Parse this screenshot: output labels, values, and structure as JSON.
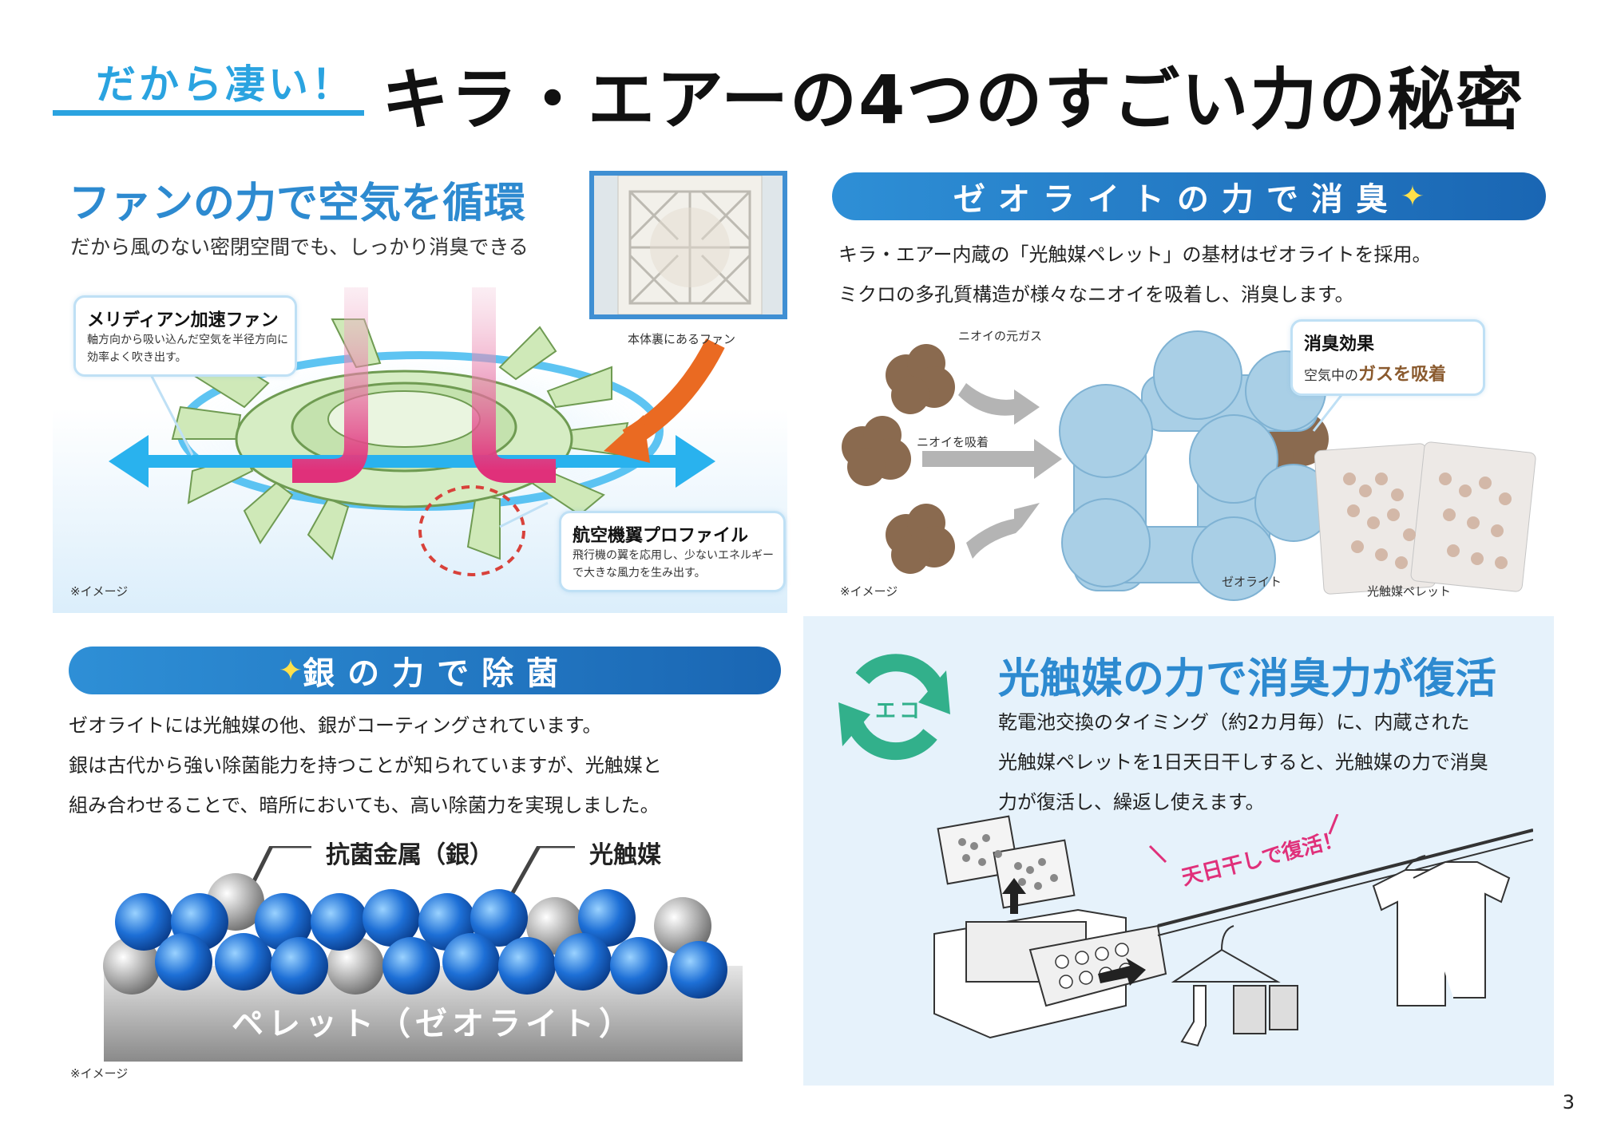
{
  "header": {
    "kicker": "だから凄い！",
    "title": "キラ・エアーの4つのすごい力の秘密"
  },
  "fan": {
    "heading": "ファンの力で空気を循環",
    "subheading": "だから風のない密閉空間でも、しっかり消臭できる",
    "callout1_title": "メリディアン加速ファン",
    "callout1_line1": "軸方向から吸い込んだ空気を半径方向に",
    "callout1_line2": "効率よく吹き出す。",
    "callout2_title": "航空機翼プロファイル",
    "callout2_line1": "飛行機の翼を応用し、少ないエネルギー",
    "callout2_line2": "で大きな風力を生み出す。",
    "photo_caption": "本体裏にあるファン",
    "note": "※イメージ"
  },
  "zeolite": {
    "heading": "ゼオライトの力で消臭",
    "line1": "キラ・エアー内蔵の「光触媒ペレット」の基材はゼオライトを採用。",
    "line2": "ミクロの多孔質構造が様々なニオイを吸着し、消臭します。",
    "label_gas": "ニオイの元ガス",
    "label_adsorb": "ニオイを吸着",
    "callout_title": "消臭効果",
    "callout_text_pre": "空気中の",
    "callout_text_emph": "ガスを吸着",
    "label_zeolite": "ゼオライト",
    "label_pellet": "光触媒ペレット",
    "note": "※イメージ"
  },
  "silver": {
    "heading": "銀の力で除菌",
    "line1": "ゼオライトには光触媒の他、銀がコーティングされています。",
    "line2": "銀は古代から強い除菌能力を持つことが知られていますが、光触媒と",
    "line3": "組み合わせることで、暗所においても、高い除菌力を実現しました。",
    "label_silver": "抗菌金属（銀）",
    "label_photocat": "光触媒",
    "label_base": "ペレット（ゼオライト）",
    "note": "※イメージ"
  },
  "revive": {
    "heading": "光触媒の力で消臭力が復活",
    "eco": "エコ",
    "line1": "乾電池交換のタイミング（約2カ月毎）に、内蔵された",
    "line2": "光触媒ペレットを1日天日干しすると、光触媒の力で消臭",
    "line3": "力が復活し、繰返し使えます。",
    "sun_label": "天日干しで復活！"
  },
  "page_number": "3"
}
